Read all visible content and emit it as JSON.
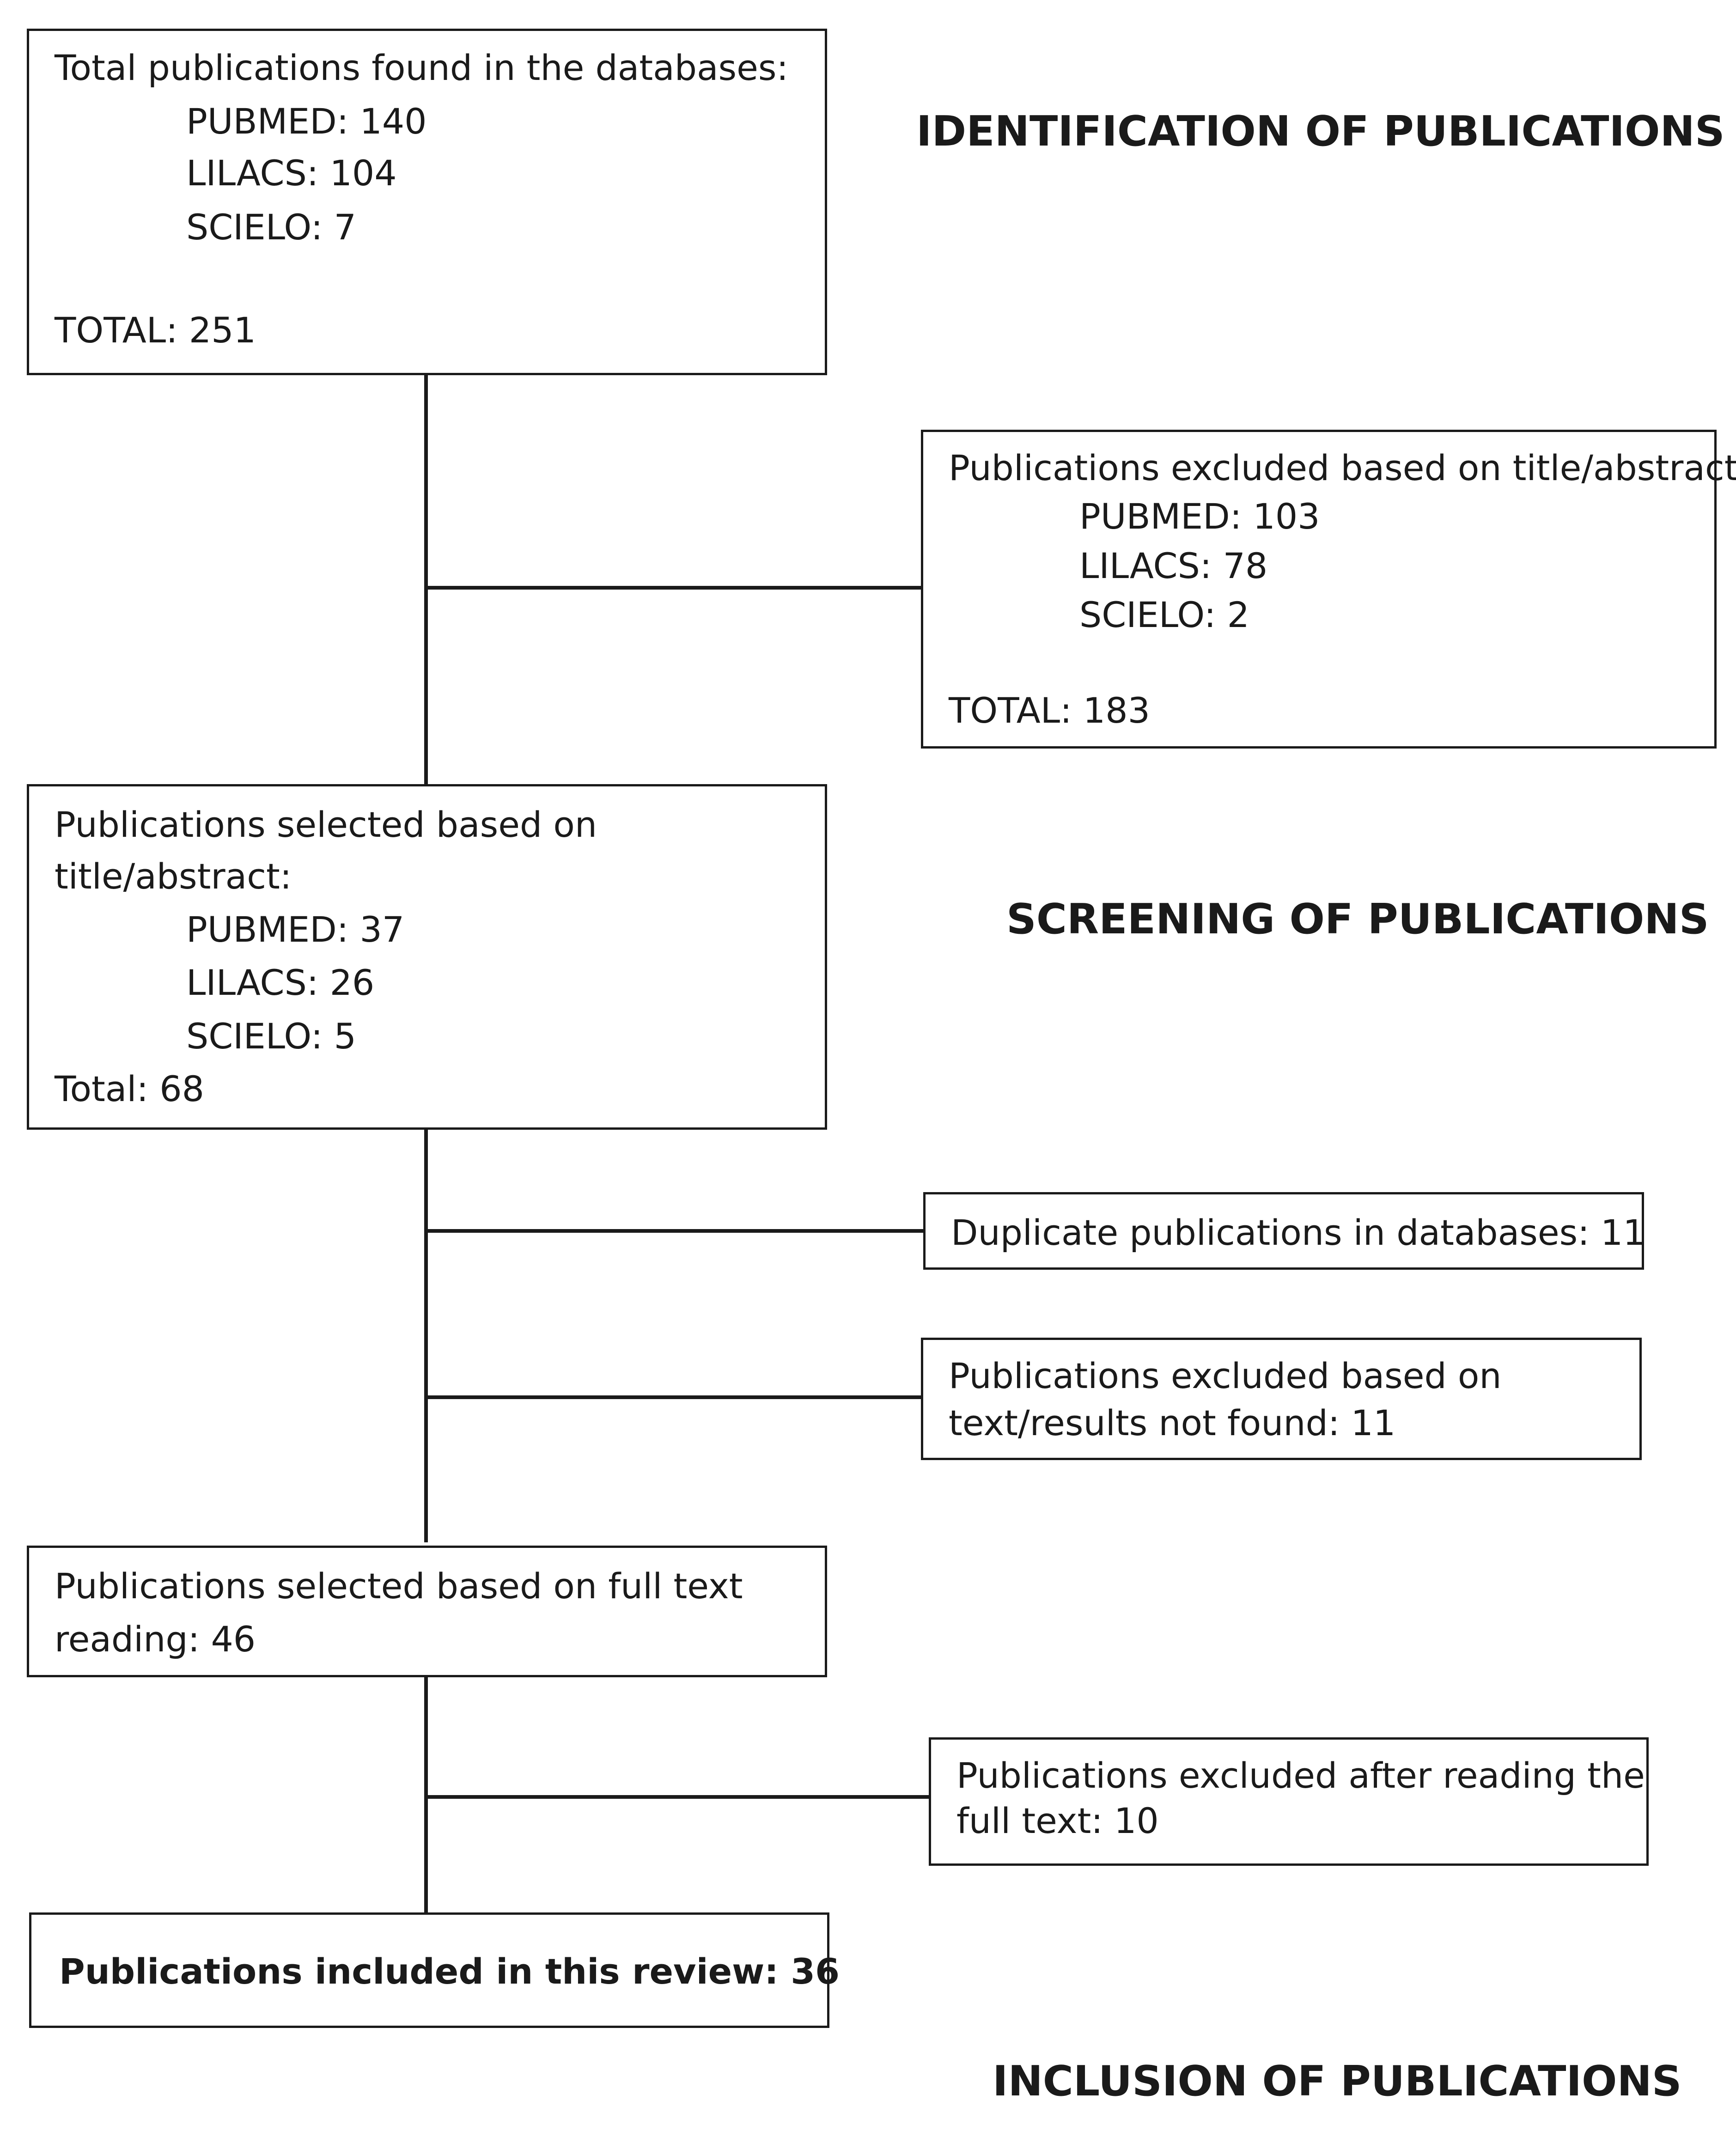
{
  "stages": {
    "identification": "IDENTIFICATION OF PUBLICATIONS",
    "screening": "SCREENING OF PUBLICATIONS",
    "inclusion": "INCLUSION OF PUBLICATIONS"
  },
  "boxes": {
    "total_found": {
      "heading": "Total publications found in the databases:",
      "pubmed": "PUBMED: 140",
      "lilacs": "LILACS: 104",
      "scielo": "SCIELO: 7",
      "total": "TOTAL: 251"
    },
    "excluded_title": {
      "heading": "Publications excluded based on title/abstract:",
      "pubmed": "PUBMED: 103",
      "lilacs": "LILACS: 78",
      "scielo": "SCIELO: 2",
      "total": "TOTAL: 183"
    },
    "selected_title": {
      "heading_1": "Publications selected based on",
      "heading_2": "title/abstract:",
      "pubmed": "PUBMED: 37",
      "lilacs": "LILACS: 26",
      "scielo": "SCIELO: 5",
      "total": "Total: 68"
    },
    "duplicates": {
      "text": "Duplicate publications in databases: 11"
    },
    "excluded_not_found": {
      "line_1": "Publications excluded based on",
      "line_2": "text/results not found: 11"
    },
    "selected_full": {
      "line_1": "Publications selected based on full text",
      "line_2": "reading: 46"
    },
    "excluded_full": {
      "line_1": "Publications excluded after reading the",
      "line_2": "full text: 10"
    },
    "included": {
      "text": "Publications included in this review: 36"
    }
  }
}
